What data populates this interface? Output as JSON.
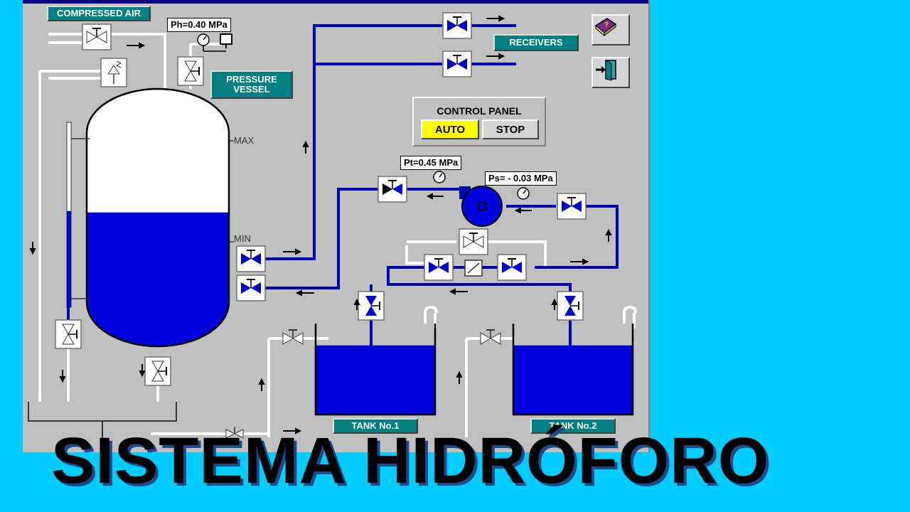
{
  "labels": {
    "compressed_air": "COMPRESSED AIR",
    "receivers": "RECEIVERS",
    "pressure_vessel_line1": "PRESSURE",
    "pressure_vessel_line2": "VESSEL",
    "tank1": "TANK No.1",
    "tank2": "TANK No.2"
  },
  "readouts": {
    "ph": "Ph=0.40 MPa",
    "pt": "Pt=0.45 MPa",
    "ps": "Ps= - 0.03 MPa"
  },
  "levels": {
    "max": "MAX",
    "min": "MIN"
  },
  "control_panel": {
    "title": "CONTROL PANEL",
    "auto": "AUTO",
    "stop": "STOP"
  },
  "icons": {
    "help": "help-book-icon",
    "exit": "exit-door-icon"
  },
  "overlay_title": "SISTEMA HIDRÓFORO",
  "fill_levels": {
    "vessel": 0.52,
    "tank1": 0.76,
    "tank2": 0.76
  },
  "colors": {
    "background": "#00ccff",
    "panel": "#c0c0c0",
    "water": "#0000dd",
    "pipe_active": "#0000aa",
    "tag": "#008080",
    "auto_active": "#ffff00"
  }
}
